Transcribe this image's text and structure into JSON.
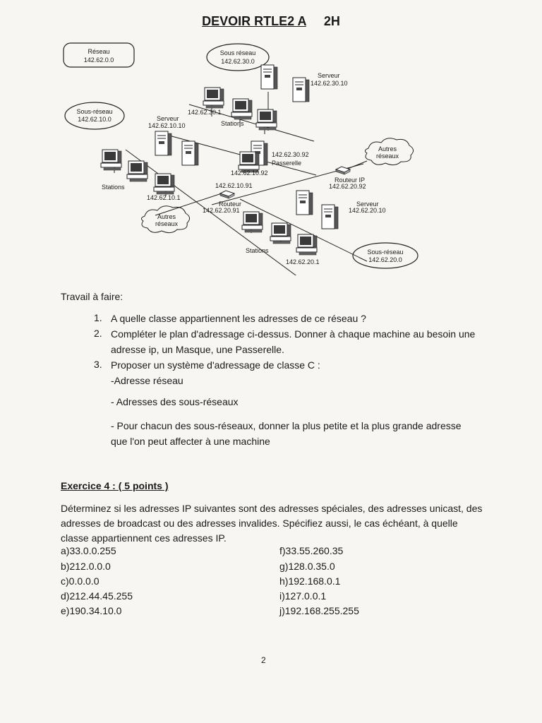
{
  "header": {
    "title": "DEVOIR RTLE2 A",
    "duration": "2H"
  },
  "diagram": {
    "reseau_title": "Réseau",
    "reseau_ip": "142.62.0.0",
    "sr30_title": "Sous réseau",
    "sr30_ip": "142.62.30.0",
    "serveur30_title": "Serveur",
    "serveur30_ip": "142.62.30.10",
    "sr10_title": "Sous-réseau",
    "sr10_ip": "142.62.10.0",
    "ip_30_1": "142.62.30.1",
    "serveur10_title": "Serveur",
    "serveur10_ip": "142.62.10.10",
    "stations_30": "Stations",
    "autres1_a": "Autres",
    "autres1_b": "réseaux",
    "ip_30_92": "142.62.30.92",
    "passerelle": "Passerelle",
    "ip_10_92": "142.62.10.92",
    "routeur_ip_title": "Routeur IP",
    "routeur_ip_ip": "142.62.20.92",
    "stations_10": "Stations",
    "ip_10_91": "142.62.10.91",
    "ip_10_1": "142.62.10.1",
    "routeur_title": "Routeur",
    "routeur_ip": "142.62.20.91",
    "serveur20_title": "Serveur",
    "serveur20_ip": "142.62.20.10",
    "autres2_a": "Autres",
    "autres2_b": "réseaux",
    "stations_20": "Stations",
    "sr20_title": "Sous-réseau",
    "sr20_ip": "142.62.20.0",
    "ip_20_1": "142.62.20.1"
  },
  "travail": {
    "heading": "Travail à faire:",
    "items": [
      {
        "num": "1.",
        "lines": [
          "A quelle classe appartiennent les adresses de ce réseau ?"
        ]
      },
      {
        "num": "2.",
        "lines": [
          "Compléter le plan d'adressage ci-dessus. Donner à chaque machine au besoin une",
          "adresse ip, un Masque, une Passerelle."
        ]
      },
      {
        "num": "3.",
        "lines": [
          "Proposer un système d'adressage de classe C :",
          "-Adresse réseau"
        ]
      }
    ],
    "sub1": "- Adresses des sous-réseaux",
    "sub2_a": "- Pour chacun des sous-réseaux, donner la plus petite et la plus grande adresse",
    "sub2_b": "que l'on peut affecter à une machine"
  },
  "exercice": {
    "title": "Exercice 4 : ( 5 points )",
    "body": [
      "Déterminez si les adresses IP suivantes sont des adresses spéciales, des adresses unicast, des",
      "adresses de broadcast ou des adresses invalides. Spécifiez aussi, le cas échéant, à quelle",
      "classe appartiennent ces adresses IP."
    ],
    "left": [
      "a)33.0.0.255",
      "b)212.0.0.0",
      "c)0.0.0.0",
      "d)212.44.45.255",
      "e)190.34.10.0"
    ],
    "right": [
      "f)33.55.260.35",
      "g)128.0.35.0",
      "h)192.168.0.1",
      "i)127.0.0.1",
      "j)192.168.255.255"
    ]
  },
  "page_number": "2"
}
